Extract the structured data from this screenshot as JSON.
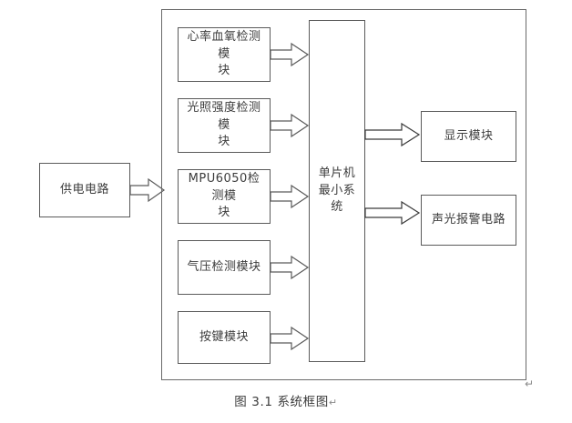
{
  "figure": {
    "caption": "图 3.1 系统框图",
    "trailing_mark": "↵"
  },
  "blocks": {
    "power": {
      "label": "供电电路"
    },
    "mcu": {
      "label": "单片机\n最小系统"
    },
    "display": {
      "label": "显示模块"
    },
    "alarm": {
      "label": "声光报警电路"
    }
  },
  "sensor_modules": [
    {
      "id": "heart-rate-spo2",
      "label": "心率血氧检测模\n块"
    },
    {
      "id": "light-intensity",
      "label": "光照强度检测模\n块"
    },
    {
      "id": "mpu6050",
      "label": "MPU6050检测模\n块"
    },
    {
      "id": "air-pressure",
      "label": "气压检测模块"
    },
    {
      "id": "keypad",
      "label": "按键模块"
    }
  ],
  "connections": [
    {
      "id": "power-to-system",
      "from": "供电电路",
      "to": "系统",
      "style": "block-arrow-right"
    },
    {
      "id": "heart-rate-to-mcu",
      "from": "心率血氧检测模块",
      "to": "单片机最小系统",
      "style": "block-arrow-right"
    },
    {
      "id": "light-to-mcu",
      "from": "光照强度检测模块",
      "to": "单片机最小系统",
      "style": "block-arrow-right"
    },
    {
      "id": "mpu-to-mcu",
      "from": "MPU6050检测模块",
      "to": "单片机最小系统",
      "style": "block-arrow-right"
    },
    {
      "id": "pressure-to-mcu",
      "from": "气压检测模块",
      "to": "单片机最小系统",
      "style": "block-arrow-right"
    },
    {
      "id": "keypad-to-mcu",
      "from": "按键模块",
      "to": "单片机最小系统",
      "style": "block-arrow-right"
    },
    {
      "id": "mcu-to-display",
      "from": "单片机最小系统",
      "to": "显示模块",
      "style": "block-arrow-right"
    },
    {
      "id": "mcu-to-alarm",
      "from": "单片机最小系统",
      "to": "声光报警电路",
      "style": "block-arrow-right"
    }
  ],
  "colors": {
    "line": "#5a5a5a",
    "text": "#3c3c3c",
    "background": "#ffffff"
  }
}
